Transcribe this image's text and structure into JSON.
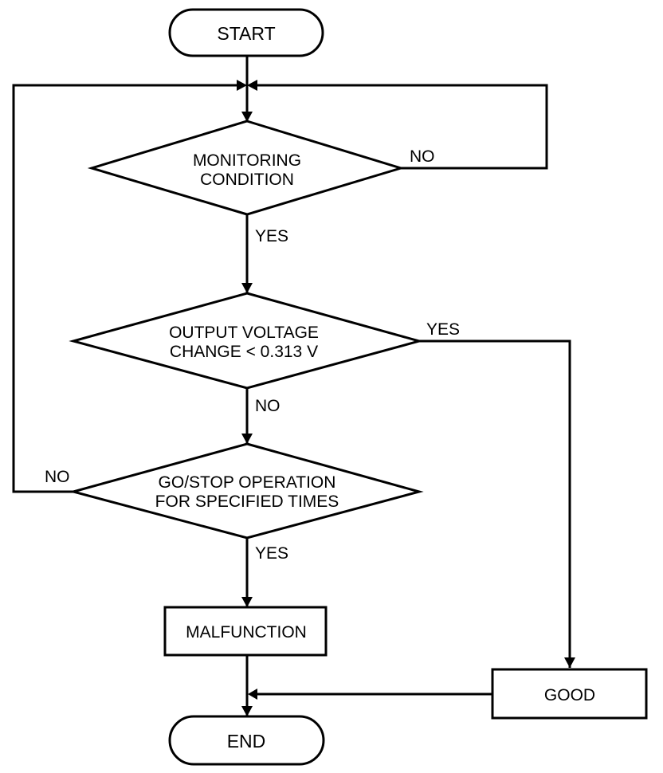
{
  "flowchart": {
    "nodes": {
      "start": {
        "type": "terminator",
        "label": "START"
      },
      "monitoring_condition": {
        "type": "decision",
        "lines": [
          "MONITORING",
          "CONDITION"
        ]
      },
      "output_voltage_change": {
        "type": "decision",
        "lines": [
          "OUTPUT VOLTAGE",
          "CHANGE < 0.313 V"
        ]
      },
      "go_stop_operation": {
        "type": "decision",
        "lines": [
          "GO/STOP OPERATION",
          "FOR SPECIFIED TIMES"
        ]
      },
      "malfunction": {
        "type": "process",
        "label": "MALFUNCTION"
      },
      "good": {
        "type": "process",
        "label": "GOOD"
      },
      "end": {
        "type": "terminator",
        "label": "END"
      }
    },
    "edges": [
      {
        "from": "start",
        "to": "monitoring_condition",
        "label": ""
      },
      {
        "from": "monitoring_condition",
        "to": "monitoring_condition",
        "label": "NO"
      },
      {
        "from": "monitoring_condition",
        "to": "output_voltage_change",
        "label": "YES"
      },
      {
        "from": "output_voltage_change",
        "to": "good",
        "label": "YES"
      },
      {
        "from": "output_voltage_change",
        "to": "go_stop_operation",
        "label": "NO"
      },
      {
        "from": "go_stop_operation",
        "to": "monitoring_condition",
        "label": "NO"
      },
      {
        "from": "go_stop_operation",
        "to": "malfunction",
        "label": "YES"
      },
      {
        "from": "malfunction",
        "to": "end",
        "label": ""
      },
      {
        "from": "good",
        "to": "end",
        "label": ""
      }
    ],
    "edge_labels": {
      "monitoring_no": "NO",
      "monitoring_yes": "YES",
      "voltage_yes": "YES",
      "voltage_no": "NO",
      "gostop_no": "NO",
      "gostop_yes": "YES"
    }
  }
}
